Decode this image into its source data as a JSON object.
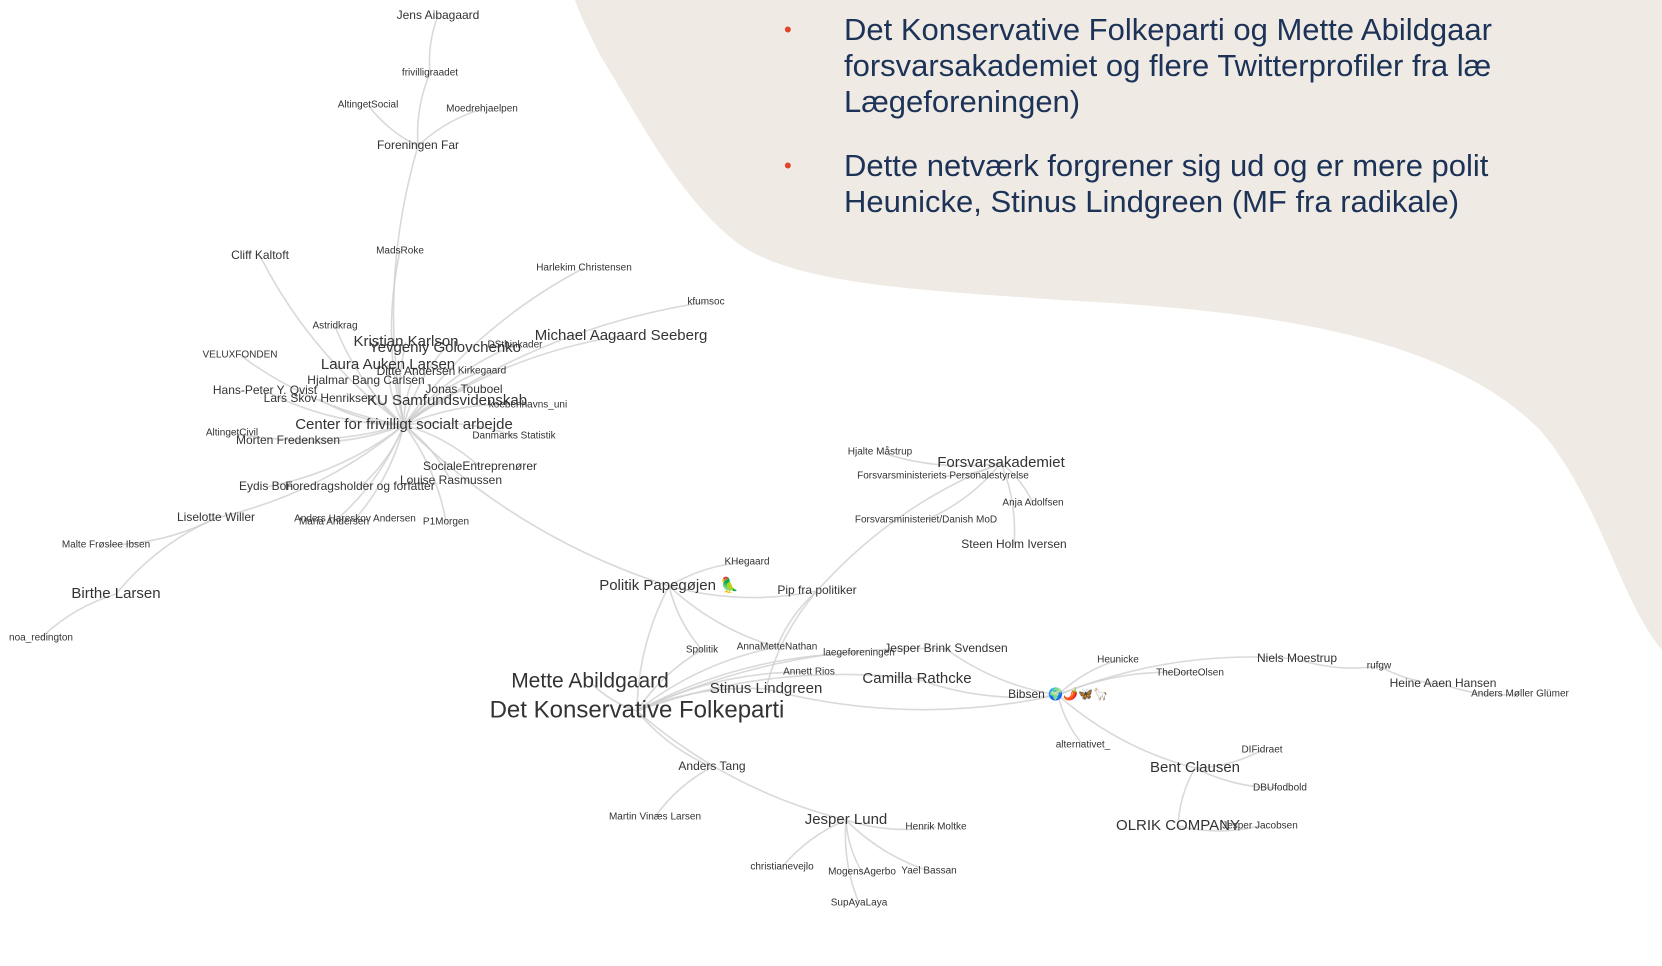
{
  "colors": {
    "background": "#ffffff",
    "blob": "#efebe4",
    "bullet_marker": "#e0442c",
    "bullet_text": "#1c3257",
    "edge": "#cfcfcf",
    "label": "#333333"
  },
  "bullets": [
    {
      "marker": "•",
      "lines": [
        "Det Konservative Folkeparti og Mette Abildgaar",
        "forsvarsakademiet og flere Twitterprofiler fra læ",
        "Lægeforeningen)"
      ]
    },
    {
      "marker": "•",
      "lines": [
        "Dette netværk forgrener sig ud og er mere polit",
        "Heunicke, Stinus Lindgreen (MF fra radikale)"
      ]
    }
  ],
  "network": {
    "nodes": [
      {
        "id": "jens",
        "label": "Jens Aibagaard",
        "size": "s"
      },
      {
        "id": "frivilligraadet",
        "label": "frivilligraadet",
        "size": "xs"
      },
      {
        "id": "altingetsocial",
        "label": "AltingetSocial",
        "size": "xs"
      },
      {
        "id": "moedrehjaelpen",
        "label": "Moedrehjaelpen",
        "size": "xs"
      },
      {
        "id": "foreningenfar",
        "label": "Foreningen Far",
        "size": "s"
      },
      {
        "id": "cliff",
        "label": "Cliff Kaltoft",
        "size": "s"
      },
      {
        "id": "madsroke",
        "label": "MadsRoke",
        "size": "xs"
      },
      {
        "id": "harlekim",
        "label": "Harlekim Christensen",
        "size": "xs"
      },
      {
        "id": "kfumsoc",
        "label": "kfumsoc",
        "size": "xs"
      },
      {
        "id": "astridkrag",
        "label": "Astridkrag",
        "size": "xs"
      },
      {
        "id": "seeberg",
        "label": "Michael Aagaard Seeberg",
        "size": "m"
      },
      {
        "id": "karlson",
        "label": "Kristian Karlson",
        "size": "m"
      },
      {
        "id": "yevgeniy",
        "label": "Yevgeniy Golovchenko",
        "size": "m"
      },
      {
        "id": "dsthinker",
        "label": "DSthinkader",
        "size": "xs"
      },
      {
        "id": "velux",
        "label": "VELUXFONDEN",
        "size": "xs"
      },
      {
        "id": "laura",
        "label": "Laura Auken Larsen",
        "size": "m"
      },
      {
        "id": "ditte",
        "label": "Ditte Andersen",
        "size": "s"
      },
      {
        "id": "kirkegaard",
        "label": "Kirkegaard",
        "size": "xs"
      },
      {
        "id": "hjalmar",
        "label": "Hjalmar Bang Carlsen",
        "size": "s"
      },
      {
        "id": "hanspeter",
        "label": "Hans-Peter Y. Qvist",
        "size": "s"
      },
      {
        "id": "jonas",
        "label": "Jonas Touboel",
        "size": "s"
      },
      {
        "id": "larsskov",
        "label": "Lars Skov Henriksen",
        "size": "s"
      },
      {
        "id": "kusamf",
        "label": "KU Samfundsvidenskab",
        "size": "m"
      },
      {
        "id": "kbhuni",
        "label": "koebenhavns_uni",
        "size": "xs"
      },
      {
        "id": "altingetcivil",
        "label": "AltingetCivil",
        "size": "xs"
      },
      {
        "id": "center",
        "label": "Center for frivilligt socialt arbejde",
        "size": "m"
      },
      {
        "id": "morten",
        "label": "Morten Fredenksen",
        "size": "s"
      },
      {
        "id": "dst",
        "label": "Danmarks Statistik",
        "size": "xs"
      },
      {
        "id": "socialeentr",
        "label": "SocialeEntreprenører",
        "size": "s"
      },
      {
        "id": "eydis",
        "label": "Eydis Bon",
        "size": "s"
      },
      {
        "id": "foredrag",
        "label": "Foredragsholder og forfatter",
        "size": "s"
      },
      {
        "id": "louise",
        "label": "Louise Rasmussen",
        "size": "s"
      },
      {
        "id": "liselotte",
        "label": "Liselotte Willer",
        "size": "s"
      },
      {
        "id": "maria",
        "label": "Maria Andersen",
        "size": "xs"
      },
      {
        "id": "hareskov",
        "label": "Anders Hareskov Andersen",
        "size": "xs"
      },
      {
        "id": "p1morgen",
        "label": "P1Morgen",
        "size": "xs"
      },
      {
        "id": "malte",
        "label": "Malte Frøslee Ibsen",
        "size": "xs"
      },
      {
        "id": "birthe",
        "label": "Birthe Larsen",
        "size": "m"
      },
      {
        "id": "noa",
        "label": "noa_redington",
        "size": "xs"
      },
      {
        "id": "hjalte",
        "label": "Hjalte Måstrup",
        "size": "xs"
      },
      {
        "id": "forsvarsakademiet",
        "label": "Forsvarsakademiet",
        "size": "m"
      },
      {
        "id": "fmpersonale",
        "label": "Forsvarsministeriets Personalestyrelse",
        "size": "xs"
      },
      {
        "id": "anja",
        "label": "Anja Adolfsen",
        "size": "xs"
      },
      {
        "id": "fmod",
        "label": "Forsvarsministeriet/Danish MoD",
        "size": "xs"
      },
      {
        "id": "steen",
        "label": "Steen Holm Iversen",
        "size": "s"
      },
      {
        "id": "khegaard",
        "label": "KHegaard",
        "size": "xs"
      },
      {
        "id": "papegojen",
        "label": "Politik Papegøjen 🦜",
        "size": "m"
      },
      {
        "id": "pip",
        "label": "Pip fra politiker",
        "size": "s"
      },
      {
        "id": "spolitik",
        "label": "Spolitik",
        "size": "xs"
      },
      {
        "id": "annamette",
        "label": "AnnaMetteNathan",
        "size": "xs"
      },
      {
        "id": "laege",
        "label": "laegeforeningen",
        "size": "xs"
      },
      {
        "id": "jesperbrink",
        "label": "Jesper Brink Svendsen",
        "size": "s"
      },
      {
        "id": "annett",
        "label": "Annett Rios",
        "size": "xs"
      },
      {
        "id": "mette",
        "label": "Mette Abildgaard",
        "size": "l"
      },
      {
        "id": "stinus",
        "label": "Stinus Lindgreen",
        "size": "m"
      },
      {
        "id": "camilla",
        "label": "Camilla Rathcke",
        "size": "m"
      },
      {
        "id": "dkf",
        "label": "Det Konservative Folkeparti",
        "size": "xl"
      },
      {
        "id": "heunicke",
        "label": "Heunicke",
        "size": "xs"
      },
      {
        "id": "dorte",
        "label": "TheDorteOlsen",
        "size": "xs"
      },
      {
        "id": "niels",
        "label": "Niels Moestrup",
        "size": "s"
      },
      {
        "id": "rufgw",
        "label": "rufgw",
        "size": "xs"
      },
      {
        "id": "heine",
        "label": "Heine Aaen Hansen",
        "size": "s"
      },
      {
        "id": "glumer",
        "label": "Anders Møller Glümer",
        "size": "xs"
      },
      {
        "id": "bibsen",
        "label": "Bibsen 🌍🌶️🦋🦙",
        "size": "s"
      },
      {
        "id": "alternativet",
        "label": "alternativet_",
        "size": "xs"
      },
      {
        "id": "dlfidraet",
        "label": "DIFidraet",
        "size": "xs"
      },
      {
        "id": "bent",
        "label": "Bent Clausen",
        "size": "m"
      },
      {
        "id": "dbu",
        "label": "DBUfodbold",
        "size": "xs"
      },
      {
        "id": "olrik",
        "label": "OLRIK COMPANY",
        "size": "m"
      },
      {
        "id": "jacobsen",
        "label": "Jesper Jacobsen",
        "size": "xs"
      },
      {
        "id": "anderstang",
        "label": "Anders Tang",
        "size": "s"
      },
      {
        "id": "martin",
        "label": "Martin Vinæs Larsen",
        "size": "xs"
      },
      {
        "id": "jesperlund",
        "label": "Jesper Lund",
        "size": "m"
      },
      {
        "id": "henrik",
        "label": "Henrik Moltke",
        "size": "xs"
      },
      {
        "id": "christiane",
        "label": "christianevejlo",
        "size": "xs"
      },
      {
        "id": "mogens",
        "label": "MogensAgerbo",
        "size": "xs"
      },
      {
        "id": "yael",
        "label": "Yael Bassan",
        "size": "xs"
      },
      {
        "id": "supaya",
        "label": "SupAyaLaya",
        "size": "xs"
      }
    ],
    "edges": [
      [
        "jens",
        "frivilligraadet"
      ],
      [
        "frivilligraadet",
        "foreningenfar"
      ],
      [
        "altingetsocial",
        "foreningenfar"
      ],
      [
        "moedrehjaelpen",
        "foreningenfar"
      ],
      [
        "foreningenfar",
        "center"
      ],
      [
        "madsroke",
        "center"
      ],
      [
        "cliff",
        "center"
      ],
      [
        "astridkrag",
        "center"
      ],
      [
        "harlekim",
        "center"
      ],
      [
        "kfumsoc",
        "center"
      ],
      [
        "seeberg",
        "center"
      ],
      [
        "karlson",
        "center"
      ],
      [
        "yevgeniy",
        "center"
      ],
      [
        "dsthinker",
        "center"
      ],
      [
        "velux",
        "center"
      ],
      [
        "laura",
        "center"
      ],
      [
        "ditte",
        "center"
      ],
      [
        "kirkegaard",
        "center"
      ],
      [
        "hjalmar",
        "center"
      ],
      [
        "hanspeter",
        "center"
      ],
      [
        "jonas",
        "center"
      ],
      [
        "larsskov",
        "center"
      ],
      [
        "kusamf",
        "center"
      ],
      [
        "kbhuni",
        "center"
      ],
      [
        "altingetcivil",
        "center"
      ],
      [
        "morten",
        "center"
      ],
      [
        "dst",
        "center"
      ],
      [
        "socialeentr",
        "center"
      ],
      [
        "eydis",
        "center"
      ],
      [
        "foredrag",
        "center"
      ],
      [
        "louise",
        "center"
      ],
      [
        "liselotte",
        "center"
      ],
      [
        "maria",
        "center"
      ],
      [
        "hareskov",
        "center"
      ],
      [
        "p1morgen",
        "center"
      ],
      [
        "malte",
        "liselotte"
      ],
      [
        "liselotte",
        "birthe"
      ],
      [
        "birthe",
        "noa"
      ],
      [
        "center",
        "papegojen"
      ],
      [
        "hjalte",
        "forsvarsakademiet"
      ],
      [
        "fmpersonale",
        "forsvarsakademiet"
      ],
      [
        "anja",
        "forsvarsakademiet"
      ],
      [
        "fmod",
        "forsvarsakademiet"
      ],
      [
        "steen",
        "forsvarsakademiet"
      ],
      [
        "forsvarsakademiet",
        "pip"
      ],
      [
        "khegaard",
        "papegojen"
      ],
      [
        "papegojen",
        "pip"
      ],
      [
        "papegojen",
        "spolitik"
      ],
      [
        "papegojen",
        "annamette"
      ],
      [
        "papegojen",
        "dkf"
      ],
      [
        "pip",
        "annamette"
      ],
      [
        "pip",
        "stinus"
      ],
      [
        "spolitik",
        "dkf"
      ],
      [
        "annamette",
        "dkf"
      ],
      [
        "laege",
        "dkf"
      ],
      [
        "jesperbrink",
        "dkf"
      ],
      [
        "annett",
        "dkf"
      ],
      [
        "mette",
        "dkf"
      ],
      [
        "stinus",
        "dkf"
      ],
      [
        "camilla",
        "dkf"
      ],
      [
        "camilla",
        "bibsen"
      ],
      [
        "jesperbrink",
        "bibsen"
      ],
      [
        "stinus",
        "bibsen"
      ],
      [
        "heunicke",
        "bibsen"
      ],
      [
        "dorte",
        "bibsen"
      ],
      [
        "niels",
        "bibsen"
      ],
      [
        "niels",
        "rufgw"
      ],
      [
        "rufgw",
        "heine"
      ],
      [
        "heine",
        "glumer"
      ],
      [
        "bibsen",
        "alternativet"
      ],
      [
        "bibsen",
        "bent"
      ],
      [
        "bent",
        "dlfidraet"
      ],
      [
        "bent",
        "dbu"
      ],
      [
        "bent",
        "olrik"
      ],
      [
        "olrik",
        "jacobsen"
      ],
      [
        "dkf",
        "anderstang"
      ],
      [
        "anderstang",
        "martin"
      ],
      [
        "dkf",
        "jesperlund"
      ],
      [
        "jesperlund",
        "henrik"
      ],
      [
        "jesperlund",
        "christiane"
      ],
      [
        "jesperlund",
        "mogens"
      ],
      [
        "jesperlund",
        "yael"
      ],
      [
        "jesperlund",
        "supaya"
      ]
    ]
  }
}
